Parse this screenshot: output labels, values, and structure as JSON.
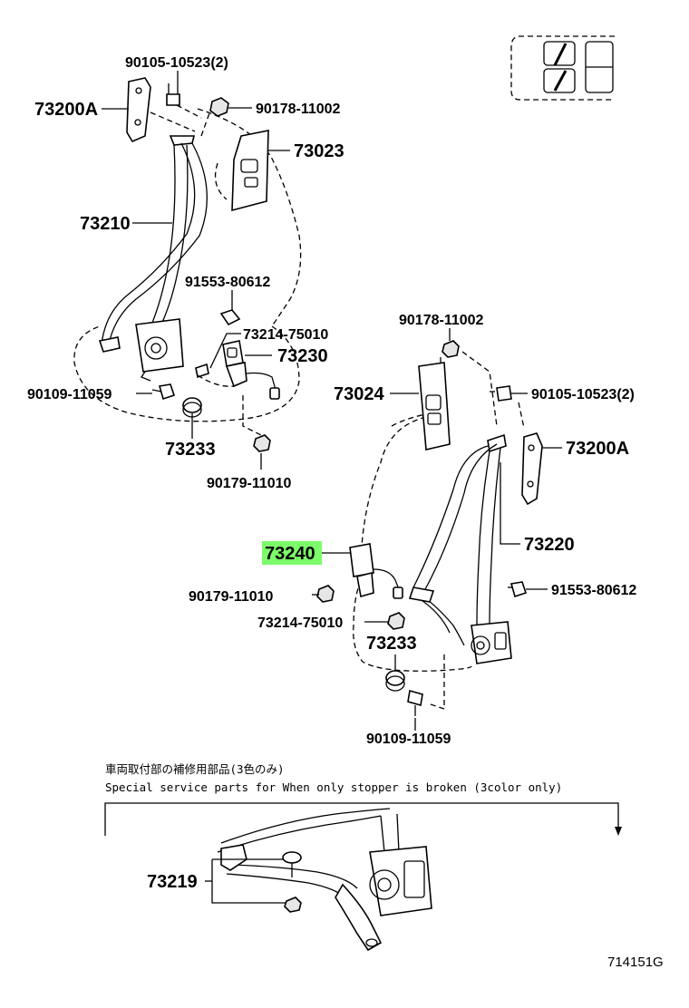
{
  "labels": {
    "bolt_upper_left_qty": "90105-10523(2)",
    "anchor_upper_left": "73200A",
    "nut_upper_left": "90178-11002",
    "cover_left": "73023",
    "belt_left": "73210",
    "bolt_left_mid": "91553-80612",
    "washer_left": "73214-75010",
    "buckle_left": "73230",
    "bolt_left_low": "90109-11059",
    "spacer_left": "73233",
    "nut_left_low": "90179-11010",
    "nut_upper_right": "90178-11002",
    "cover_right": "73024",
    "bolt_upper_right_qty": "90105-10523(2)",
    "anchor_upper_right": "73200A",
    "buckle_right": "73240",
    "belt_right": "73220",
    "nut_right_mid": "90179-11010",
    "bolt_right_mid": "91553-80612",
    "washer_right": "73214-75010",
    "spacer_right": "73233",
    "bolt_right_low": "90109-11059",
    "stopper": "73219"
  },
  "notes": {
    "jp": "車両取付部の補修用部品(3色のみ)",
    "en": "Special service parts for When only stopper is broken (3color only)"
  },
  "code": "714151G",
  "highlight_color": "#7CFC6A"
}
